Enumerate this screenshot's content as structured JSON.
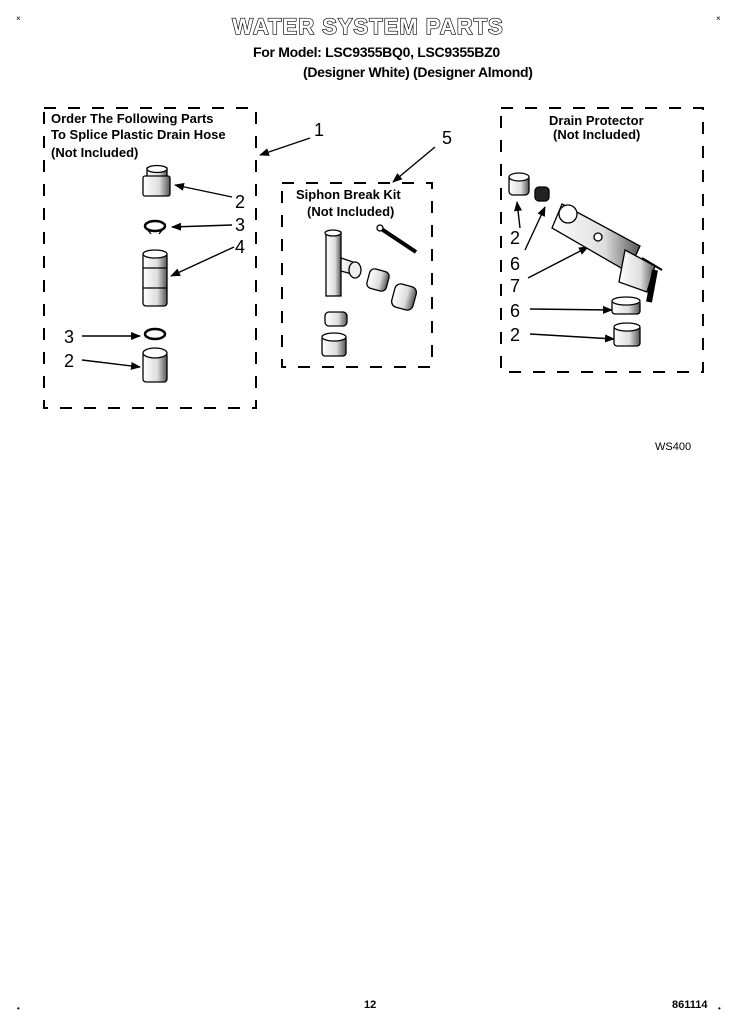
{
  "title": "WATER SYSTEM PARTS",
  "model_line": "For Model: LSC9355BQ0, LSC9355BZ0",
  "variant_line": "(Designer White) (Designer Almond)",
  "boxes": {
    "splice": {
      "line1": "Order The Following Parts",
      "line2": "To Splice Plastic Drain Hose",
      "line3": "(Not Included)"
    },
    "siphon": {
      "line1": "Siphon Break Kit",
      "line2": "(Not Included)"
    },
    "drain": {
      "line1": "Drain Protector",
      "line2": "(Not Included)"
    }
  },
  "callouts": {
    "c1": "1",
    "c5": "5",
    "left_2a": "2",
    "left_3a": "3",
    "left_4": "4",
    "left_3b": "3",
    "left_2b": "2",
    "right_2a": "2",
    "right_6a": "6",
    "right_7": "7",
    "right_6b": "6",
    "right_2b": "2"
  },
  "figure_code": "WS400",
  "page_number": "12",
  "doc_code": "861114",
  "marks": {
    "dot": "•",
    "x": "×"
  }
}
